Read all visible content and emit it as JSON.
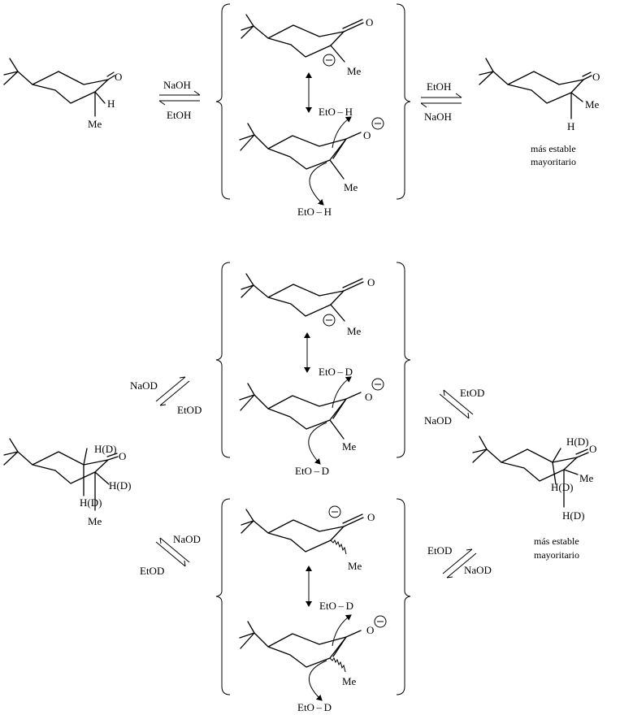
{
  "labels": {
    "O": "O",
    "H": "H",
    "Me": "Me",
    "HD": "H(D)",
    "NaOH": "NaOH",
    "EtOH": "EtOH",
    "NaOD": "NaOD",
    "EtOD": "EtOD",
    "EtOH_bond": "EtO – H",
    "EtOD_bond": "EtO – D",
    "minus": "−",
    "stable1": "más estable",
    "stable2": "mayoritario"
  }
}
